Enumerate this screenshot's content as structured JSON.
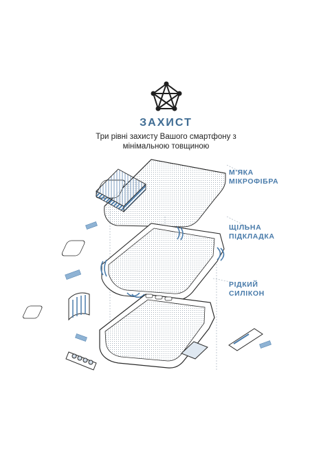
{
  "header": {
    "title": "ЗАХИСТ",
    "subtitle_line1": "Три рівні захисту Вашого смартфону з",
    "subtitle_line2": "мінімальною товщиною"
  },
  "layers": [
    {
      "line1": "М'ЯКА",
      "line2": "МІКРОФІБРА"
    },
    {
      "line1": "ЩІЛЬНА",
      "line2": "ПІДКЛАДКА"
    },
    {
      "line1": "РІДКИЙ",
      "line2": "СИЛІКОН"
    }
  ],
  "colors": {
    "accent": "#4a7cab",
    "title": "#3f6c93",
    "line": "#2a2a2a",
    "hatch": "#8fb3d4"
  },
  "icons": [
    "molecule-network-icon"
  ]
}
